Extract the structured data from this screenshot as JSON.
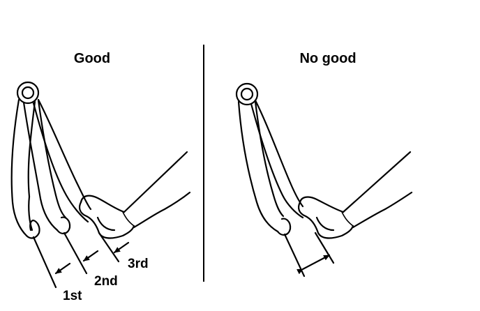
{
  "panels": {
    "good": {
      "title": "Good"
    },
    "no_good": {
      "title": "No good"
    }
  },
  "positions": {
    "first": "1st",
    "second": "2nd",
    "third": "3rd"
  },
  "colors": {
    "ink": "#000000",
    "background": "#ffffff"
  }
}
